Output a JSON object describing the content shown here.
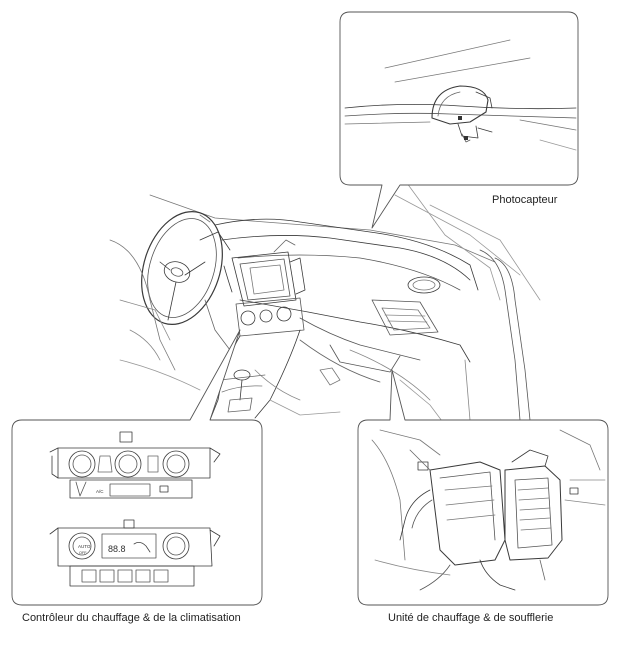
{
  "labels": {
    "photo_sensor": "Photocapteur",
    "hvac_controller": "Contrôleur du chauffage & de la climatisation",
    "heater_blower_unit": "Unité de chauffage & de soufflerie"
  },
  "panel_marks": {
    "ac_label": "A/C",
    "auto_label": "AUTO",
    "off_label": "OFF",
    "display_text": "88.8"
  },
  "colors": {
    "line": "#3a3a3a",
    "light_line": "#8a8a8a",
    "callout_border": "#555555",
    "background": "#ffffff"
  }
}
